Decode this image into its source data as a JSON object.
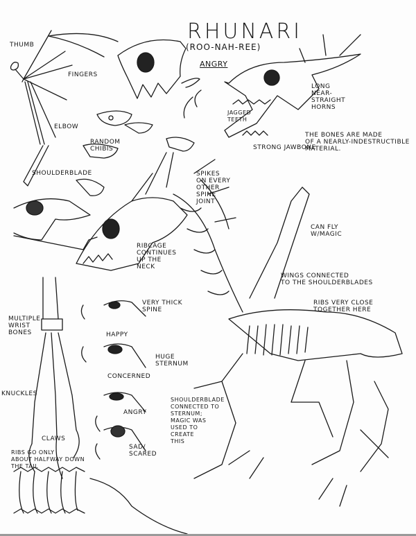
{
  "sheet": {
    "title": "Rhunari",
    "pronunciation": "(Roo-Nah-Ree)",
    "top_head_label": "Angry",
    "labels": {
      "thumb": "Thumb",
      "fingers": "Fingers",
      "elbow": "Elbow",
      "shoulder_blade": "Shoulderblade",
      "random_chibis": "Random\nChibis",
      "jagged_teeth": "Jagged\nTeeth",
      "long_horns": "Long\nNear-\nStraight\nHorns",
      "strong_jawbone": "Strong Jawbone",
      "bones_note": "The bones are made\nof a nearly-indestructible\nmaterial.",
      "spikes": "Spikes\non every\nother\nspine\njoint",
      "ribcage": "Ribcage\ncontinues\nup the\nneck",
      "can_fly": "Can fly\nw/magic",
      "wings_connected": "Wings connected\nto the shoulderblades",
      "ribs_close": "Ribs very close\ntogether here",
      "very_thick_spine": "Very thick\nspine",
      "multiple_wrist_bones": "Multiple\nwrist\nbones",
      "happy": "Happy",
      "huge_sternum": "Huge\nsternum",
      "concerned": "Concerned",
      "knuckles": "Knuckles",
      "shoulderblade_note": "Shoulderblade\nconnected to\nsternum;\nmagic was\nused to\ncreate\nthis",
      "angry": "Angry",
      "claws": "Claws",
      "sad_scared": "Sad/\nScared",
      "tail_ribs": "Ribs go only\nabout halfway down\nthe tail"
    }
  }
}
